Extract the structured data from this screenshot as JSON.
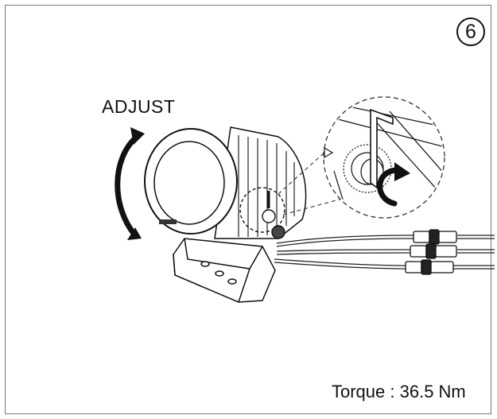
{
  "step": {
    "number": "6"
  },
  "labels": {
    "adjust": "ADJUST",
    "torque": "Torque : 36.5 Nm"
  },
  "icons": {
    "rotation_arrow": "curved-double-arrow-icon",
    "tighten_arrow": "clockwise-arrow-icon",
    "wrench": "hex-key-icon"
  }
}
